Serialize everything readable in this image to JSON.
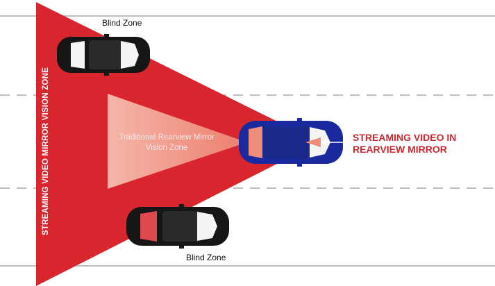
{
  "labels": {
    "blind_zone_top": "Blind Zone",
    "blind_zone_bottom": "Blind Zone",
    "traditional_line1": "Traditional Rearview Mirror",
    "traditional_line2": "Vision Zone",
    "streaming_line1": "STREAMING VIDEO IN",
    "streaming_line2": "REARVIEW MIRROR",
    "vertical_zone": "STREAMING VIDEO MIRROR VISION ZONE"
  },
  "colors": {
    "streaming_zone": "#d9262e",
    "traditional_zone": "#ef8c7a",
    "main_car": "#1a2a9e",
    "other_cars": "#161616",
    "label_accent": "#c92a32",
    "lane_lines": "#a8a8a8"
  },
  "icons": {
    "main_car": "blue-car-icon",
    "blind_cars": "black-car-icon",
    "pointer": "arrow-left-icon"
  }
}
